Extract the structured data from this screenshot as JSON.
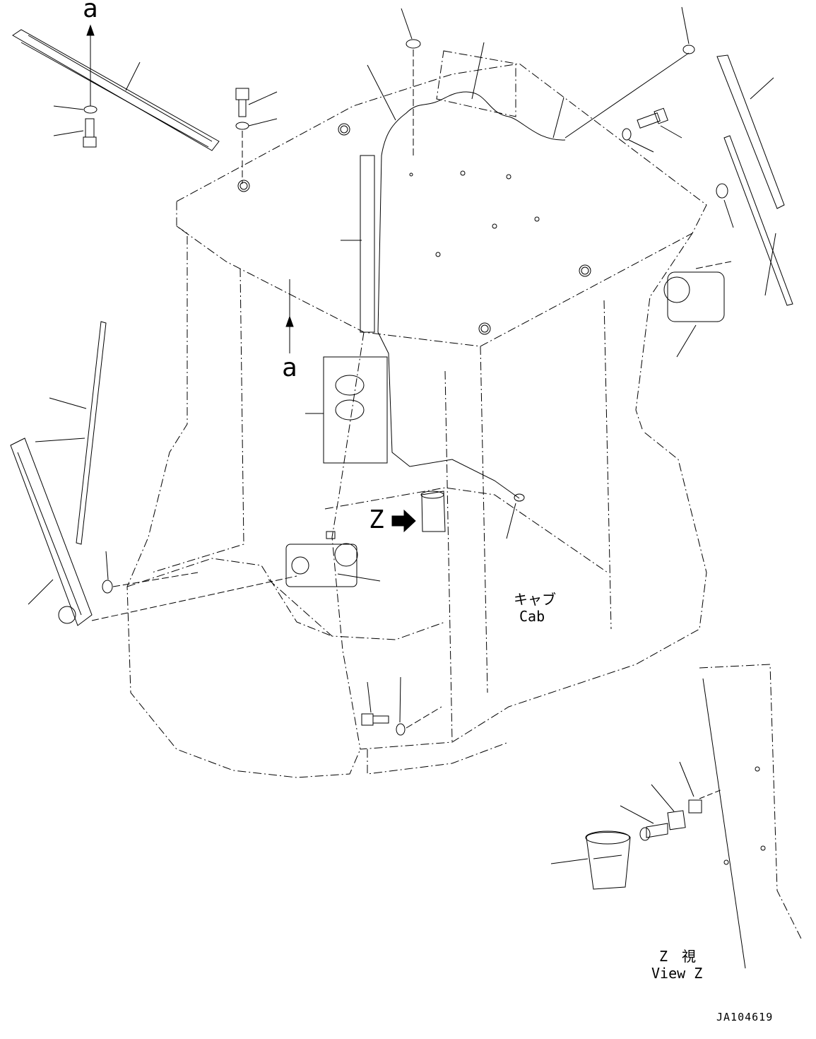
{
  "labels": {
    "view_marker_top": "a",
    "view_marker_mid": "a",
    "view_z_marker": "Z",
    "cab_jp": "キャブ",
    "cab_en": "Cab",
    "view_z_jp": "Z　視",
    "view_z_en": "View Z",
    "drawing_id": "JA104619"
  },
  "colors": {
    "line": "#000000",
    "background": "#ffffff"
  }
}
